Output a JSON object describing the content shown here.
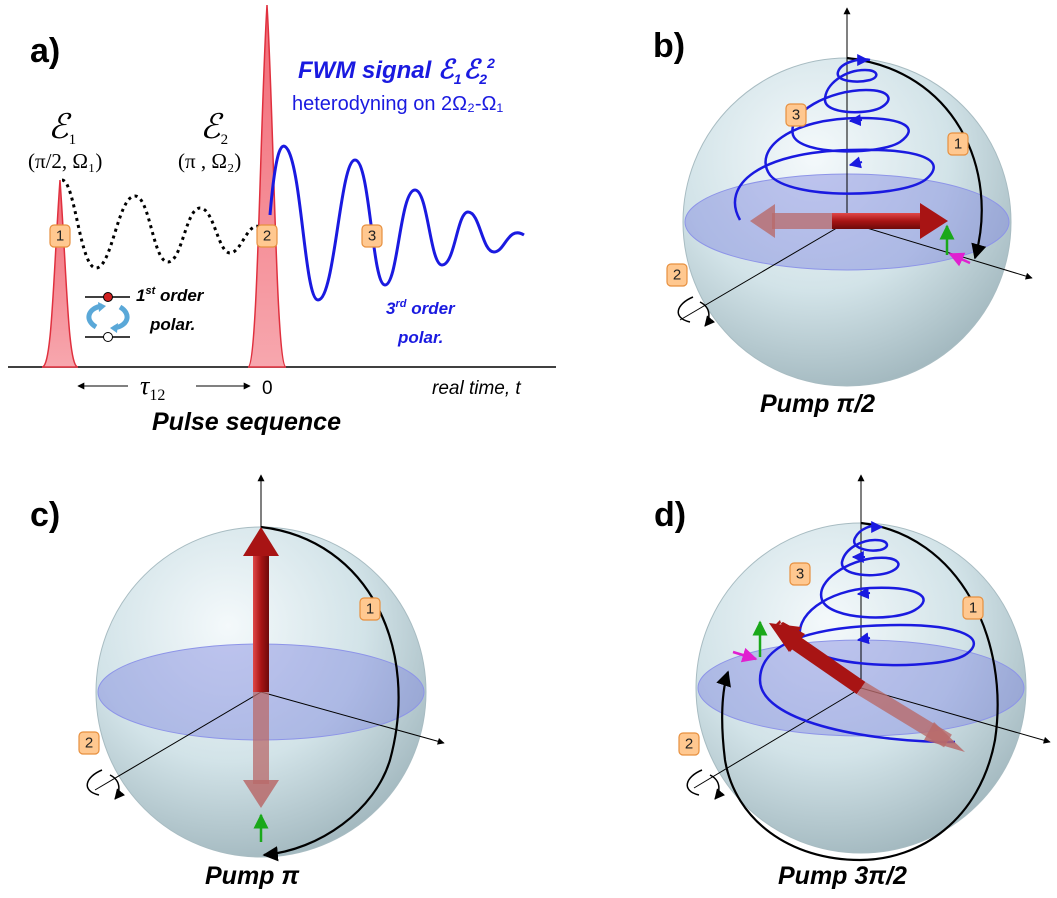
{
  "panels": {
    "a": {
      "label": "a)",
      "fwm_title": "FWM signal ",
      "fwm_e1": "ℰ",
      "fwm_e1_sub": "1",
      "fwm_e2": "ℰ",
      "fwm_e2_sub": "2",
      "fwm_e2_sup": "2",
      "heterodyne": "heterodyning on 2Ω₂-Ω₁",
      "pulse1_symbol": "ℰ",
      "pulse1_sub": "1",
      "pulse1_params": "(π/2, Ω₁)",
      "pulse2_symbol": "ℰ",
      "pulse2_sub": "2",
      "pulse2_params": "(π , Ω₂)",
      "first_order_sup_num": "1",
      "first_order_sup": "st",
      "first_order": " order",
      "first_order_line2": "polar.",
      "third_order_num": "3",
      "third_order_sup": "rd",
      "third_order": " order",
      "third_order_line2": "polar.",
      "tau": "τ",
      "tau_sub": "12",
      "zero": "0",
      "real_time": "real time, t",
      "caption": "Pulse sequence",
      "badges": [
        "1",
        "2",
        "3"
      ]
    },
    "b": {
      "label": "b)",
      "caption": "Pump π/2",
      "badges": [
        "3",
        "1",
        "2"
      ]
    },
    "c": {
      "label": "c)",
      "caption": "Pump π",
      "badges": [
        "1",
        "2"
      ]
    },
    "d": {
      "label": "d)",
      "caption": "Pump 3π/2",
      "badges": [
        "3",
        "1",
        "2"
      ]
    }
  },
  "colors": {
    "pulse_fill": "#f4878f",
    "pulse_stroke": "#e0303e",
    "signal": "#1a1ae0",
    "arrow": "#b01818",
    "badge": "#ffc890",
    "equator": "#7f86e0",
    "sphere": "#cde0e6"
  }
}
